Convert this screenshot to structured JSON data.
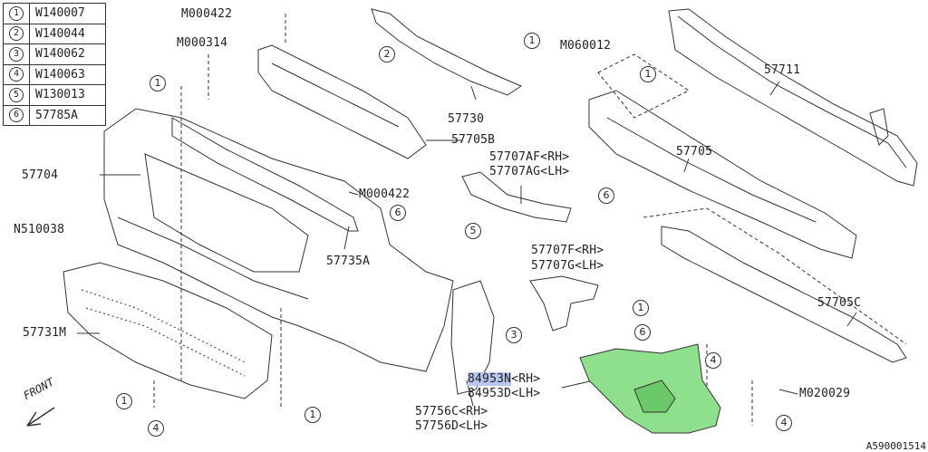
{
  "legend": [
    {
      "num": "1",
      "code": "W140007"
    },
    {
      "num": "2",
      "code": "W140044"
    },
    {
      "num": "3",
      "code": "W140062"
    },
    {
      "num": "4",
      "code": "W140063"
    },
    {
      "num": "5",
      "code": "W130013"
    },
    {
      "num": "6",
      "code": "57785A"
    }
  ],
  "labels": {
    "m000422_top": "M000422",
    "m000314": "M000314",
    "m060012": "M060012",
    "p57711": "57711",
    "p57730": "57730",
    "p57705b": "57705B",
    "p57707af": "57707AF<RH>",
    "p57707ag": "57707AG<LH>",
    "p57705": "57705",
    "p57704": "57704",
    "m000422_mid": "M000422",
    "n510038": "N510038",
    "p57735a": "57735A",
    "p57707f": "57707F<RH>",
    "p57707g": "57707G<LH>",
    "p57705c": "57705C",
    "p57731m": "57731M",
    "p84953n": "84953N",
    "p84953n_suffix": "<RH>",
    "p84953d": "84953D<LH>",
    "m020029": "M020029",
    "p57756c": "57756C<RH>",
    "p57756d": "57756D<LH>",
    "front": "FRONT",
    "ref": "A590001514"
  },
  "callouts": [
    "1",
    "2",
    "1",
    "1",
    "6",
    "5",
    "6",
    "3",
    "1",
    "6",
    "4",
    "1",
    "4",
    "1",
    "4"
  ],
  "colors": {
    "highlight_part": "#8fe08c",
    "highlight_label": "#b9c6ef",
    "line": "#333333"
  }
}
